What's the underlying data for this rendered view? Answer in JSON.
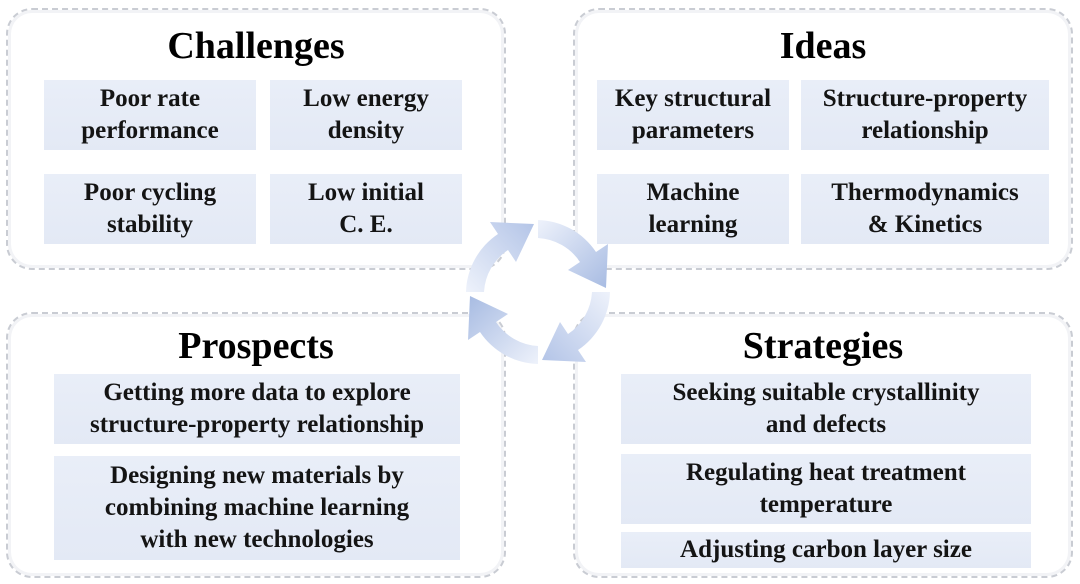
{
  "challenges": {
    "title": "Challenges",
    "items": [
      "Poor rate\nperformance",
      "Low energy\ndensity",
      "Poor  cycling\nstability",
      "Low initial\nC. E."
    ]
  },
  "ideas": {
    "title": "Ideas",
    "items": [
      "Key structural\nparameters",
      "Structure-property\nrelationship",
      "Machine\nlearning",
      "Thermodynamics\n& Kinetics"
    ]
  },
  "prospects": {
    "title": "Prospects",
    "items": [
      "Getting more data to explore\nstructure-property relationship",
      "Designing new materials by\ncombining machine learning\nwith new technologies"
    ]
  },
  "strategies": {
    "title": "Strategies",
    "items": [
      "Seeking suitable crystallinity\nand defects",
      "Regulating heat treatment\ntemperature",
      "Adjusting carbon layer size"
    ]
  },
  "colors": {
    "cell_fill": "#e6ecf7",
    "panel_border": "#c9ccd3",
    "arrow_light": "#dfe7f6",
    "arrow_dark": "#a9bde3"
  },
  "icons": {
    "center": "cycle-arrows-icon"
  }
}
